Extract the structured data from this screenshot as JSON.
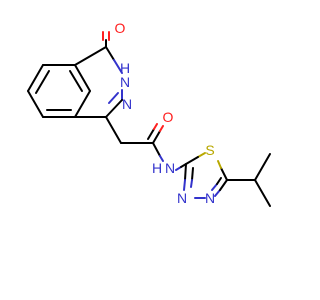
{
  "molecule": {
    "atoms": {
      "O1": "O",
      "NH1": "H",
      "NH1_N": "N",
      "N2": "N",
      "O2": "O",
      "NH2_N": "N",
      "NH2_H": "H",
      "S": "S",
      "N3": "N",
      "N4": "N"
    }
  },
  "colors": {
    "carbon_bond": "#000000",
    "nitrogen": "#3333cc",
    "oxygen": "#ff2020",
    "sulfur": "#b8a800"
  }
}
